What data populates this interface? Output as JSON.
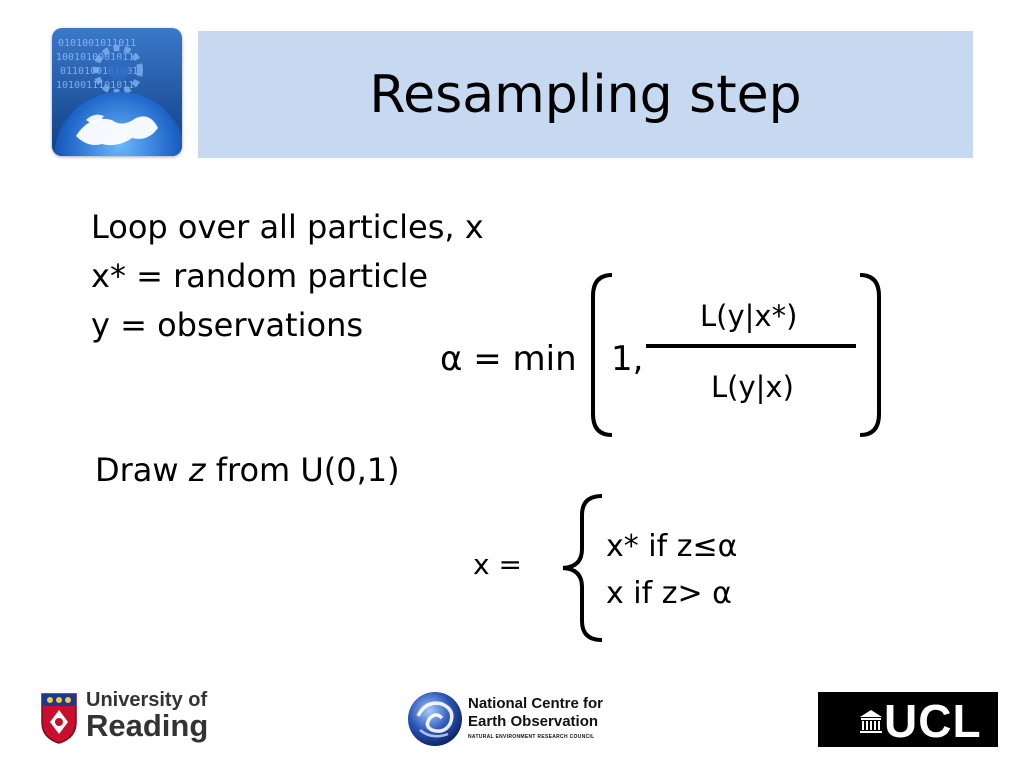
{
  "slide": {
    "title": "Resampling step"
  },
  "body": {
    "line1": "Loop over all particles, x",
    "line2": "x* = random particle",
    "line3": "y = observations",
    "draw_prefix": "Draw ",
    "draw_var": "z",
    "draw_suffix": " from U(0,1)"
  },
  "formula_alpha": {
    "lhs": "α = min",
    "one": "1,",
    "numerator": "L(y|x*)",
    "denominator": "L(y|x)"
  },
  "formula_x": {
    "lhs": "x =",
    "case1": "x* if z≤α",
    "case2": "x if z> α"
  },
  "footer": {
    "reading_line1": "University of",
    "reading_line2": "Reading",
    "nceo_line1": "National Centre for",
    "nceo_line2": "Earth Observation",
    "nceo_line3": "NATURAL ENVIRONMENT RESEARCH COUNCIL",
    "ucl": "UCL"
  },
  "colors": {
    "title_bar": "#c6d9f0",
    "reading_red": "#c8102e",
    "nceo_blue": "#1f3f8f"
  },
  "icons": {
    "header_logo": "earth-circuit-logo-icon",
    "reading_crest": "university-of-reading-crest-icon",
    "nceo_swirl": "nceo-swirl-logo-icon",
    "ucl_portico": "ucl-portico-icon"
  }
}
